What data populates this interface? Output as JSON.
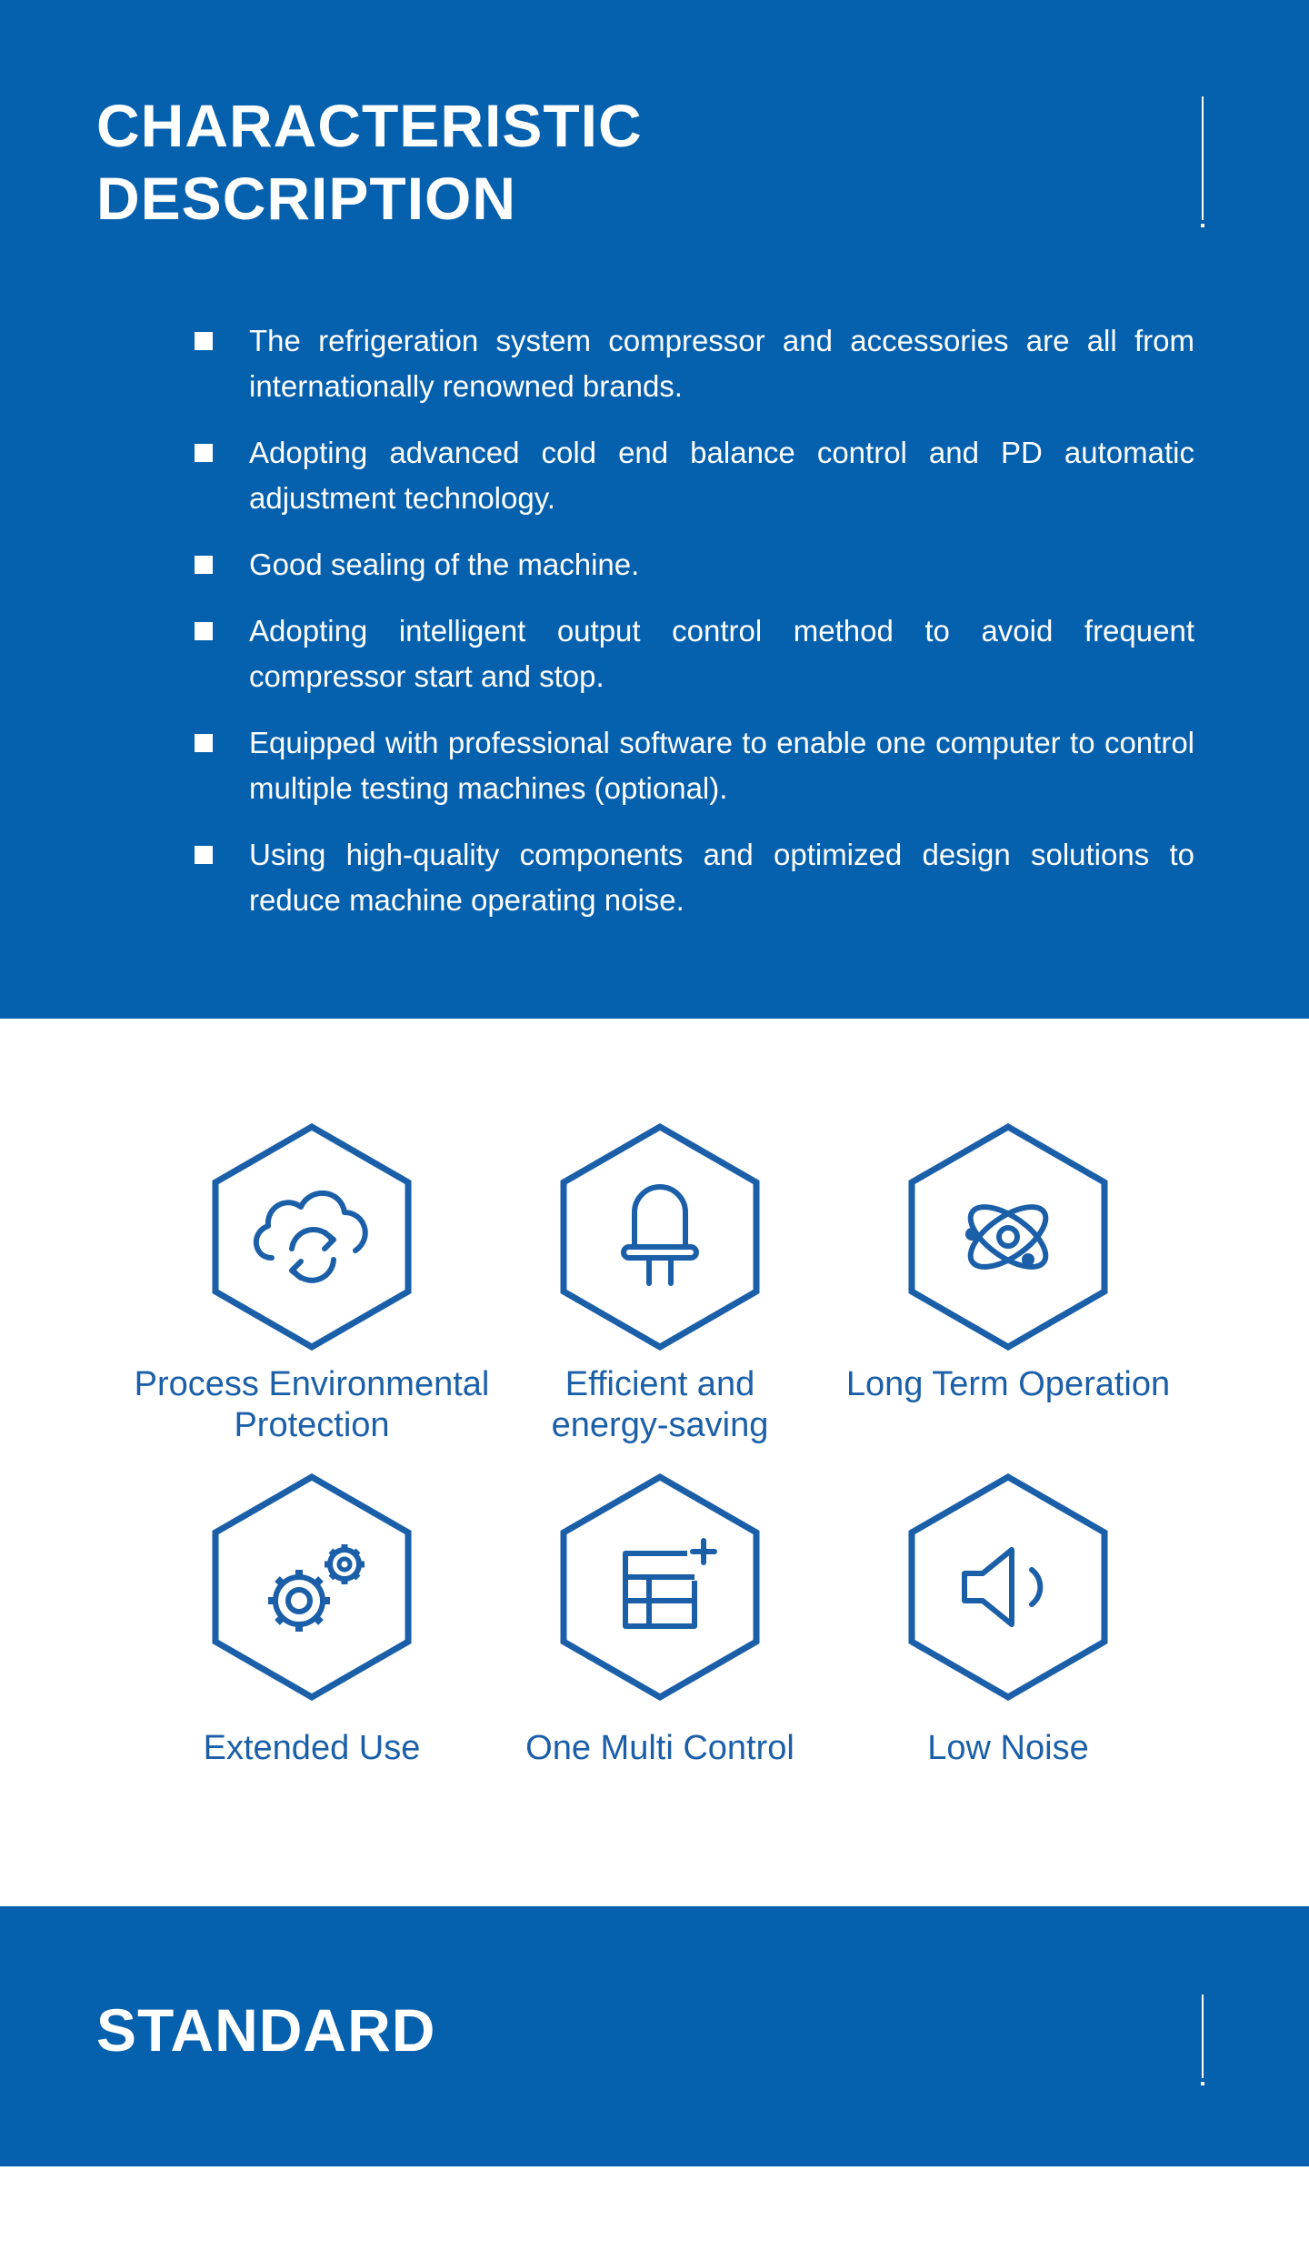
{
  "characteristic": {
    "title": "CHARACTERISTIC\nDESCRIPTION",
    "items": [
      "The refrigeration system compressor and accessories are all from internationally renowned brands.",
      "Adopting advanced cold end balance control and PD automatic adjustment technology.",
      "Good sealing of the machine.",
      "Adopting intelligent output control method to avoid frequent compressor start and stop.",
      "Equipped with professional software to enable one computer to control multiple testing machines (optional).",
      "Using high-quality components and optimized design solutions to reduce machine operating noise."
    ]
  },
  "features": [
    {
      "label": "Process Environmental\nProtection",
      "icon": "cloud-refresh-icon"
    },
    {
      "label": "Efficient and\nenergy-saving",
      "icon": "led-bulb-icon"
    },
    {
      "label": "Long Term Operation",
      "icon": "atom-icon"
    },
    {
      "label": "Extended Use",
      "icon": "gears-icon"
    },
    {
      "label": "One Multi Control",
      "icon": "grid-plus-icon"
    },
    {
      "label": "Low Noise",
      "icon": "speaker-icon"
    }
  ],
  "standard": {
    "title": "STANDARD"
  },
  "colors": {
    "brand_blue": "#0560ae",
    "label_blue": "#1b5fa8",
    "white": "#ffffff"
  }
}
